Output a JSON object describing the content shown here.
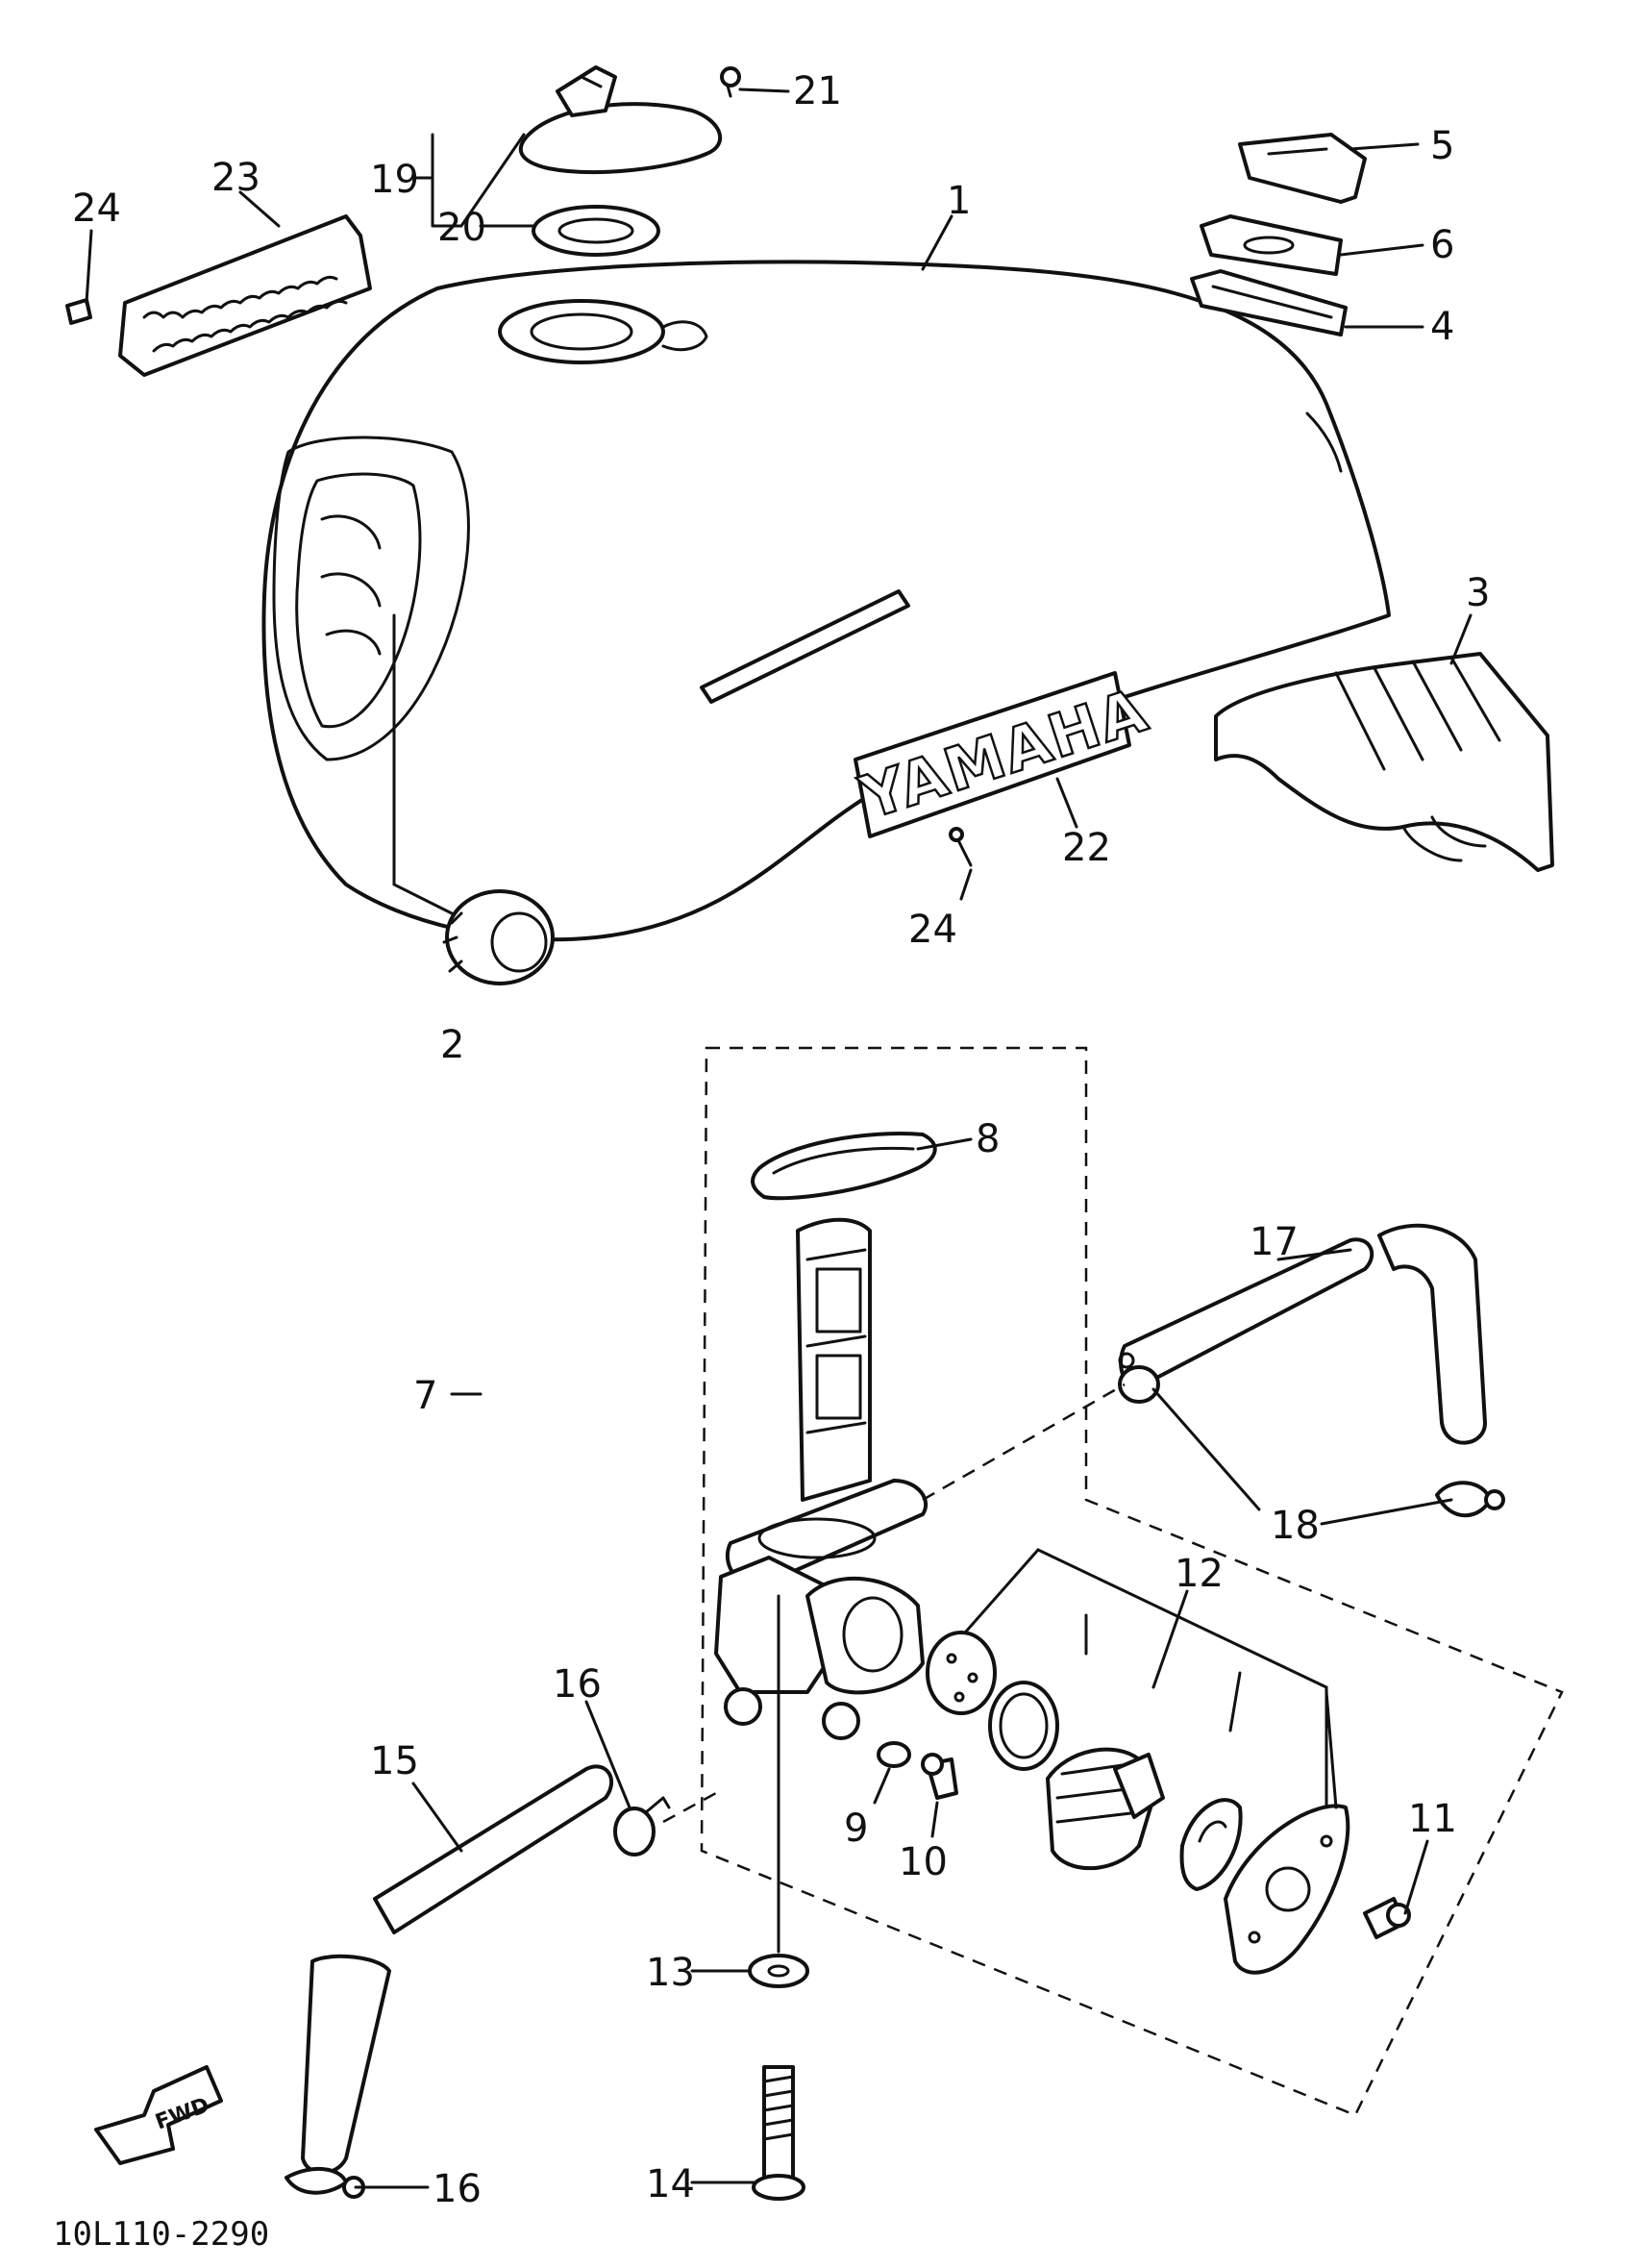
{
  "diagram": {
    "brand_text": "YAMAHA",
    "arrow_text": "FWD",
    "drawing_code": "10L110-2290",
    "callouts": {
      "p1": "1",
      "p2": "2",
      "p3": "3",
      "p4": "4",
      "p5": "5",
      "p6": "6",
      "p7": "7",
      "p8": "8",
      "p9": "9",
      "p10": "10",
      "p11": "11",
      "p12": "12",
      "p13": "13",
      "p14": "14",
      "p15": "15",
      "p16a": "16",
      "p16b": "16",
      "p17": "17",
      "p18": "18",
      "p19": "19",
      "p20": "20",
      "p21": "21",
      "p22": "22",
      "p23": "23",
      "p24a": "24",
      "p24b": "24"
    }
  }
}
